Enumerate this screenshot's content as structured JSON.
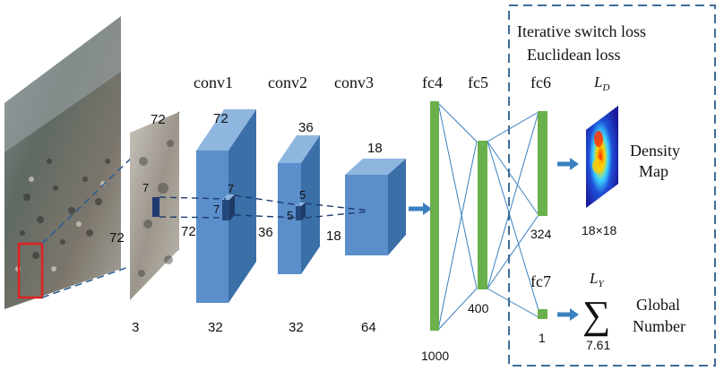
{
  "boxes": {
    "iterative_switch_loss": "Iterative switch loss",
    "euclidean_loss": "Euclidean loss"
  },
  "layers": {
    "conv1": "conv1",
    "conv2": "conv2",
    "conv3": "conv3",
    "fc4": "fc4",
    "fc5": "fc5",
    "fc6": "fc6",
    "fc7": "fc7"
  },
  "dims": {
    "input_w": "72",
    "input_h": "72",
    "input_ch": "3",
    "conv1_w": "72",
    "conv1_h": "72",
    "conv1_ch": "32",
    "kernel1_a": "7",
    "kernel1_b": "7",
    "kernel1_c": "7",
    "conv2_w": "36",
    "conv2_h": "36",
    "conv2_ch": "32",
    "kernel2_a": "5",
    "kernel2_b": "5",
    "conv3_w": "18",
    "conv3_h": "18",
    "conv3_ch": "64",
    "fc4_n": "1000",
    "fc5_n": "400",
    "fc6_n": "324",
    "fc7_n": "1"
  },
  "outputs": {
    "ld": "L",
    "ld_sub": "D",
    "ly": "L",
    "ly_sub": "Y",
    "density_line1": "Density",
    "density_line2": "Map",
    "density_size": "18×18",
    "sum_symbol": "∑",
    "global_value": "7.61",
    "global_line1": "Global",
    "global_line2": "Number"
  },
  "colors": {
    "conv_front": "#5b8fcb",
    "conv_side": "#3b6fa8",
    "conv_top": "#8fb6df",
    "fc": "#6ab04c",
    "link": "#3a7fbf",
    "dashed_box": "#3d6d99",
    "patch_frame": "#e02020"
  }
}
